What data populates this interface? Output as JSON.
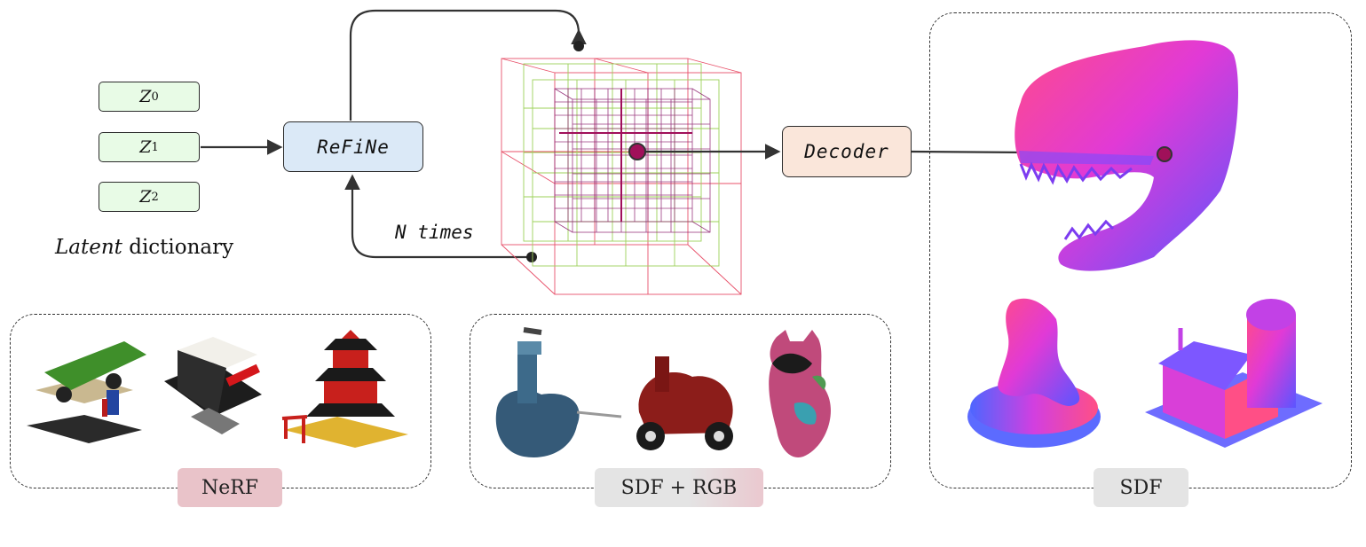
{
  "latents": [
    {
      "symbol": "Z",
      "sub": "0"
    },
    {
      "symbol": "Z",
      "sub": "1"
    },
    {
      "symbol": "Z",
      "sub": "2"
    }
  ],
  "latent_caption": {
    "italic": "Latent",
    "rest": " dictionary"
  },
  "refine_label": "ReFiNe",
  "decoder_label": "Decoder",
  "loop_label": "N times",
  "tags": {
    "nerf": "NeRF",
    "sdf_rgb": "SDF + RGB",
    "sdf": "SDF"
  },
  "colors": {
    "latent_fill": "#e8fbe6",
    "refine_fill": "#dbe9f7",
    "decoder_fill": "#fae6da",
    "nerf_tag": "#e9c3c9",
    "sdf_tag": "#e4e4e4",
    "point": "#a0105a",
    "grid_outer": "#e8516a",
    "grid_mid": "#9dd15a",
    "grid_inner": "#8a1a6b"
  }
}
